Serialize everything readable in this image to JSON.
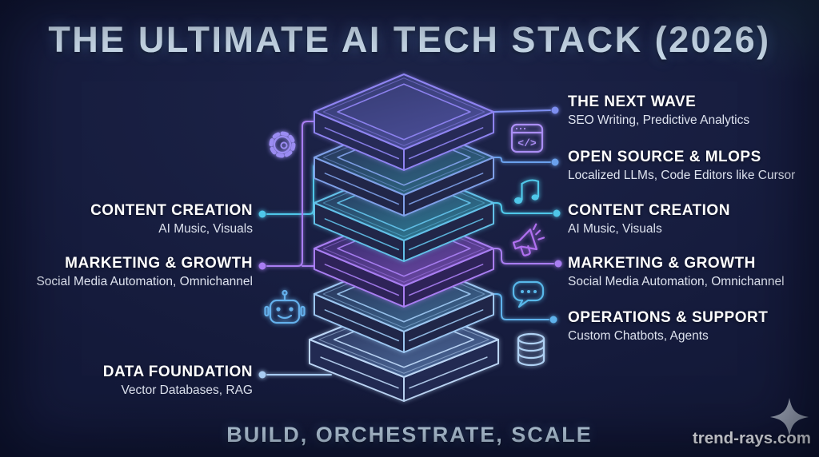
{
  "title": "THE ULTIMATE AI TECH STACK (2026)",
  "tagline": "BUILD, ORCHESTRATE, SCALE",
  "watermark": "trend-rays.com",
  "left_labels": [
    {
      "title": "CONTENT CREATION",
      "subtitle": "AI Music, Visuals",
      "accent": "#4fc7e9"
    },
    {
      "title": "MARKETING & GROWTH",
      "subtitle": "Social Media Automation, Omnichannel",
      "accent": "#a97ef2"
    },
    {
      "title": "DATA FOUNDATION",
      "subtitle": "Vector Databases, RAG",
      "accent": "#a9cdf3"
    }
  ],
  "right_labels": [
    {
      "title": "THE NEXT WAVE",
      "subtitle": "SEO Writing, Predictive Analytics",
      "accent": "#7d8ef0"
    },
    {
      "title": "OPEN SOURCE & MLOPS",
      "subtitle": "Localized LLMs, Code Editors like Cursor",
      "accent": "#6aa0ec"
    },
    {
      "title": "CONTENT CREATION",
      "subtitle": "AI Music, Visuals",
      "accent": "#4fc7e9"
    },
    {
      "title": "MARKETING & GROWTH",
      "subtitle": "Social Media Automation, Omnichannel",
      "accent": "#a97ef2"
    },
    {
      "title": "OPERATIONS & SUPPORT",
      "subtitle": "Custom Chatbots, Agents",
      "accent": "#5fb2ec"
    }
  ],
  "stack": {
    "layers": [
      {
        "label": "THE NEXT WAVE",
        "outline": "#8f84f2",
        "topFrom": "#343a70",
        "topTo": "#4c4f9a",
        "face": "#262a56",
        "glow": "rgba(143,132,242,0.55)"
      },
      {
        "label": "OPEN SOURCE & MLOPS",
        "outline": "#7fa0e8",
        "topFrom": "#262c54",
        "topTo": "#2e6a84",
        "face": "#212648",
        "glow": "rgba(127,160,232,0.5)"
      },
      {
        "label": "CONTENT CREATION",
        "outline": "#62c0e8",
        "topFrom": "#262c54",
        "topTo": "#2f7e96",
        "face": "#212648",
        "glow": "rgba(98,192,232,0.5)"
      },
      {
        "label": "MARKETING & GROWTH",
        "outline": "#a97ef2",
        "topFrom": "#2c2560",
        "topTo": "#6f4aa8",
        "face": "#2e2358",
        "glow": "rgba(169,126,242,0.55)"
      },
      {
        "label": "OPERATIONS & SUPPORT",
        "outline": "#9cc6f0",
        "topFrom": "#232a50",
        "topTo": "#3e6a92",
        "face": "#202648",
        "glow": "rgba(156,198,240,0.5)"
      },
      {
        "label": "DATA FOUNDATION",
        "outline": "#bcd6f5",
        "topFrom": "#242c54",
        "topTo": "#4e6c9c",
        "face": "#222a52",
        "glow": "rgba(188,214,245,0.5)"
      }
    ]
  },
  "icons": {
    "gear-icon": {
      "color": "#9b8cf2"
    },
    "robot-icon": {
      "color": "#64b0ec"
    },
    "code-editor-icon": {
      "color": "#ab8ef5"
    },
    "music-note-icon": {
      "color": "#4fc7e9"
    },
    "megaphone-icon": {
      "color": "#b070f0"
    },
    "chat-bubble-icon": {
      "color": "#58b8ea"
    },
    "database-icon": {
      "color": "#b0d2f4"
    },
    "sparkle-icon": {
      "color": "#99a1b1"
    }
  }
}
